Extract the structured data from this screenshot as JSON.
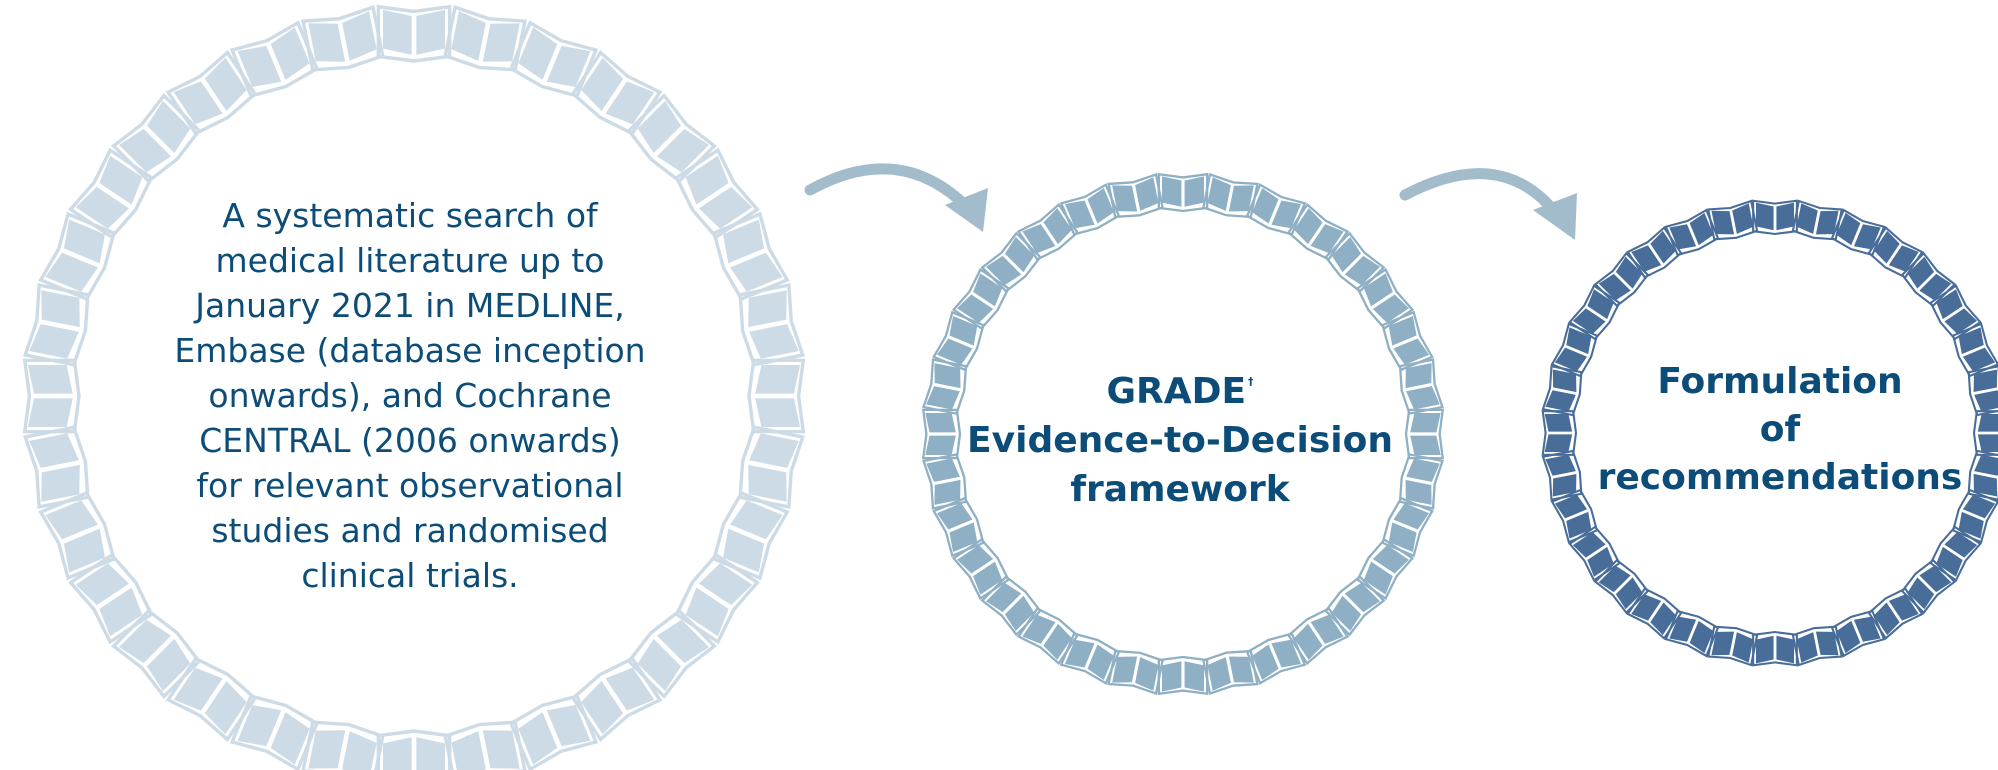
{
  "steps": [
    {
      "lines": [
        "A systematic search of",
        "medical literature up to",
        "January 2021 in MEDLINE,",
        "Embase (database inception",
        "onwards), and Cochrane",
        "CENTRAL (2006 onwards)",
        "for relevant observational",
        "studies and randomised",
        "clinical trials."
      ],
      "book_color": "#cddbe6"
    },
    {
      "title": "GRADE",
      "title_mark": "†",
      "lines": [
        "Evidence-to-Decision",
        "framework"
      ],
      "book_color": "#8fb0c4"
    },
    {
      "lines": [
        "Formulation",
        "of",
        "recommendations"
      ],
      "book_color": "#496d99"
    }
  ],
  "arrow_color": "#a3bccb",
  "text_color": "#0c4c78"
}
